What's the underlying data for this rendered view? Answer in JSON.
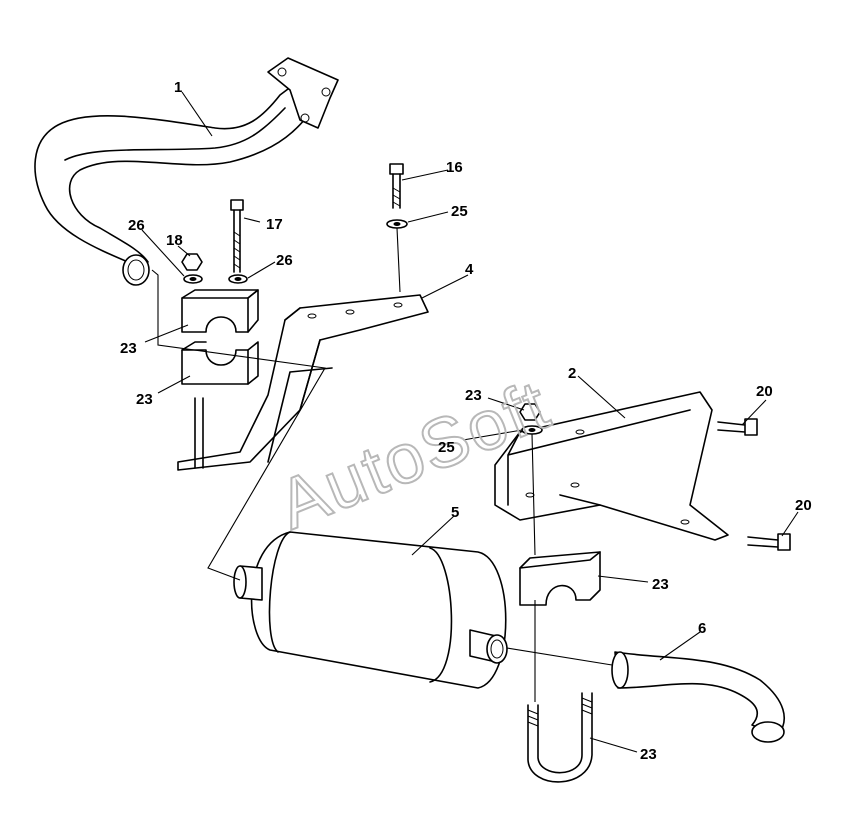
{
  "watermark": "AutoSoft",
  "callouts": {
    "c1": "1",
    "c2": "2",
    "c4": "4",
    "c5": "5",
    "c6": "6",
    "c16": "16",
    "c17": "17",
    "c18": "18",
    "c20a": "20",
    "c20b": "20",
    "c23a": "23",
    "c23b": "23",
    "c23c": "23",
    "c23d": "23",
    "c23e": "23",
    "c25a": "25",
    "c25b": "25",
    "c26a": "26",
    "c26b": "26"
  }
}
